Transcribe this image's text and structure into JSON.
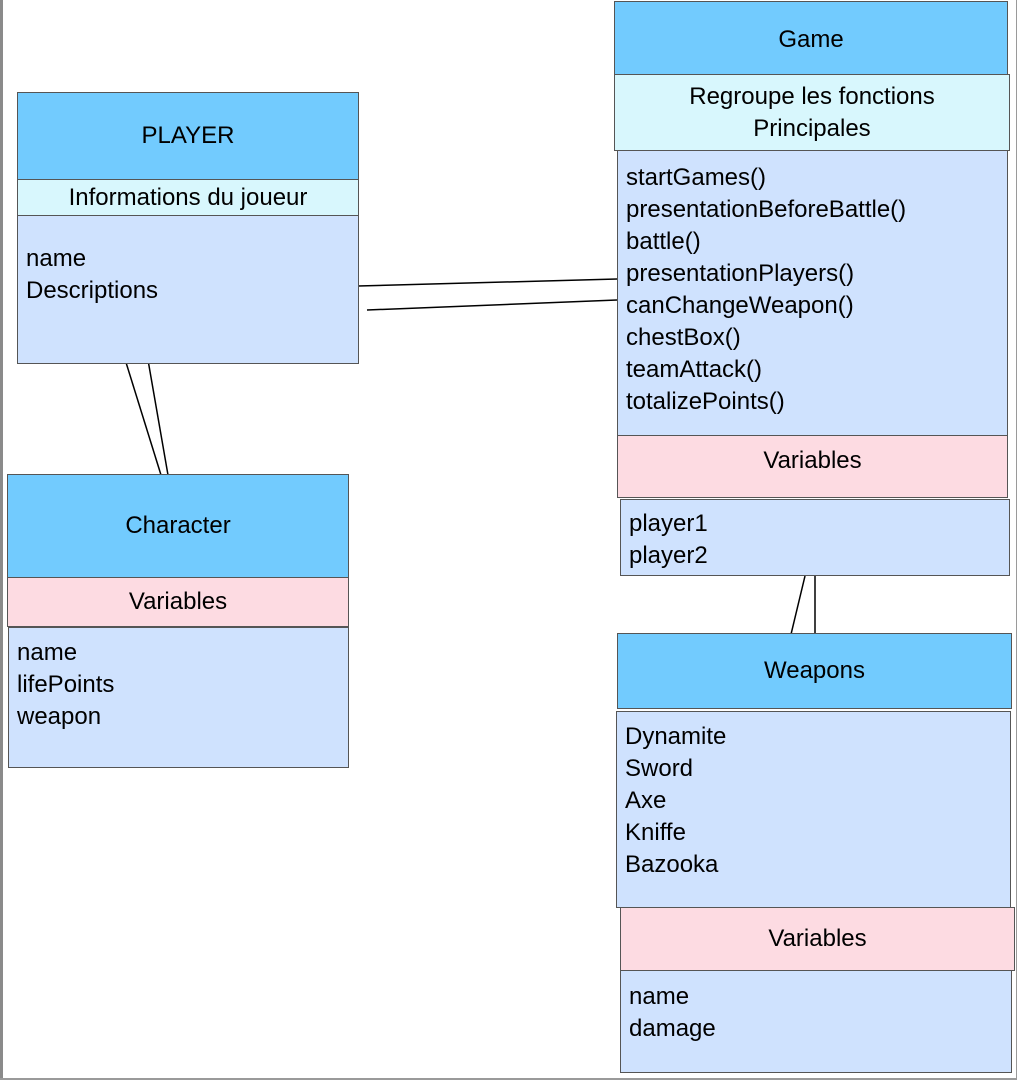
{
  "player": {
    "title": "PLAYER",
    "subtitle": "Informations du joueur",
    "fields": [
      "name",
      "Descriptions"
    ]
  },
  "game": {
    "title": "Game",
    "subtitle_line1": "Regroupe les fonctions",
    "subtitle_line2": "Principales",
    "methods": [
      "startGames()",
      "presentationBeforeBattle()",
      "battle()",
      "presentationPlayers()",
      "canChangeWeapon()",
      "chestBox()",
      "teamAttack()",
      "totalizePoints()"
    ],
    "variables_label": "Variables",
    "variables": [
      "player1",
      "player2"
    ]
  },
  "character": {
    "title": "Character",
    "variables_label": "Variables",
    "variables": [
      "name",
      "lifePoints",
      "weapon"
    ]
  },
  "weapons": {
    "title": "Weapons",
    "items": [
      "Dynamite",
      "Sword",
      "Axe",
      "Kniffe",
      "Bazooka"
    ],
    "variables_label": "Variables",
    "variables": [
      "name",
      "damage"
    ]
  },
  "colors": {
    "header": "#72cbfe",
    "subtitle": "#d8f7fd",
    "variables_header": "#fddbe2",
    "body": "#cfe2fe"
  }
}
